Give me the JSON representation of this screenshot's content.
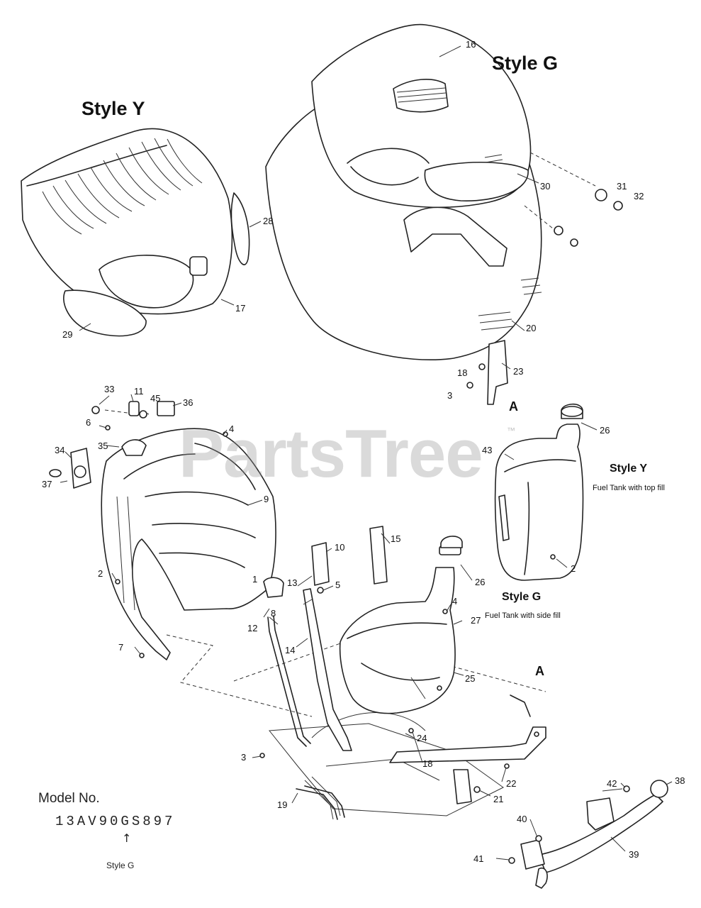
{
  "titles": {
    "style_y": "Style Y",
    "style_g": "Style G"
  },
  "tanks": {
    "style_y": {
      "title": "Style Y",
      "sub": "Fuel Tank with top fill"
    },
    "style_g": {
      "title": "Style G",
      "sub": "Fuel Tank with side fill"
    }
  },
  "reference_marker": "A",
  "watermark": {
    "text": "PartsTree",
    "mark": "™"
  },
  "model": {
    "label": "Model No.",
    "number": "13AV90GS897",
    "arrow": "↑",
    "style": "Style G"
  },
  "callouts": {
    "c16": "16",
    "c30": "30",
    "c31": "31",
    "c32": "32",
    "c28": "28",
    "c17": "17",
    "c29": "29",
    "c20": "20",
    "c18a": "18",
    "c23": "23",
    "c3a": "3",
    "c33": "33",
    "c11": "11",
    "c45": "45",
    "c36": "36",
    "c6": "6",
    "c4a": "4",
    "c34": "34",
    "c35": "35",
    "c37": "37",
    "c9": "9",
    "c43": "43",
    "c26a": "26",
    "c2a": "2",
    "c15": "15",
    "c10": "10",
    "c2b": "2",
    "c13": "13",
    "c5": "5",
    "c1": "1",
    "c8": "8",
    "c26b": "26",
    "c4b": "4",
    "c27": "27",
    "c12": "12",
    "c7": "7",
    "c14": "14",
    "c25": "25",
    "c24": "24",
    "c3b": "3",
    "c18b": "18",
    "c22": "22",
    "c21": "21",
    "c19": "19",
    "c42": "42",
    "c38": "38",
    "c40": "40",
    "c41": "41",
    "c39": "39"
  }
}
